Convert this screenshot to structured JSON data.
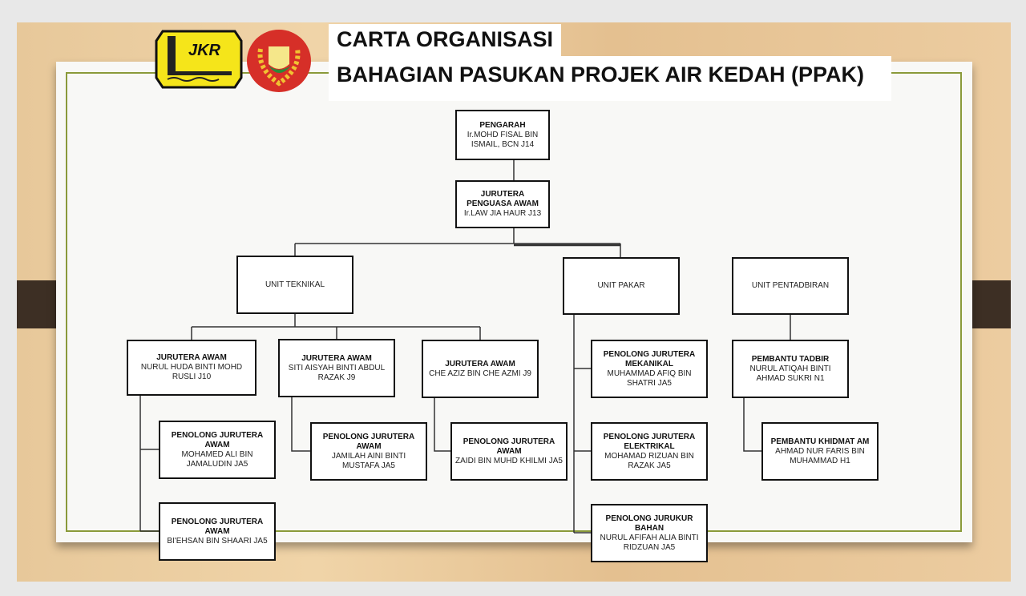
{
  "title": {
    "line1": "CARTA ORGANISASI",
    "line2": "BAHAGIAN PASUKAN PROJEK AIR KEDAH (PPAK)"
  },
  "logos": {
    "jkr": "JKR"
  },
  "nodes": {
    "pengarah": {
      "role": "PENGARAH",
      "name": "Ir.MOHD FISAL BIN ISMAIL, BCN J14"
    },
    "jpa": {
      "role": "JURUTERA PENGUASA AWAM",
      "name": "Ir.LAW JIA HAUR J13"
    },
    "unit_teknikal": {
      "role": "UNIT TEKNIKAL"
    },
    "unit_pakar": {
      "role": "UNIT PAKAR"
    },
    "unit_pentadbiran": {
      "role": "UNIT PENTADBIRAN"
    },
    "ja1": {
      "role": "JURUTERA AWAM",
      "name": "NURUL HUDA BINTI MOHD RUSLI J10"
    },
    "ja2": {
      "role": "JURUTERA AWAM",
      "name": "SITI AISYAH BINTI ABDUL RAZAK J9"
    },
    "ja3": {
      "role": "JURUTERA AWAM",
      "name": "CHE AZIZ BIN CHE AZMI J9"
    },
    "pja1": {
      "role": "PENOLONG JURUTERA AWAM",
      "name": "MOHAMED ALI BIN JAMALUDIN JA5"
    },
    "pja4": {
      "role": "PENOLONG JURUTERA AWAM",
      "name": "BI'EHSAN BIN SHAARI JA5"
    },
    "pja2": {
      "role": "PENOLONG JURUTERA AWAM",
      "name": "JAMILAH AINI BINTI MUSTAFA JA5"
    },
    "pja3": {
      "role": "PENOLONG JURUTERA AWAM",
      "name": "ZAIDI BIN MUHD KHILMI JA5"
    },
    "pjm": {
      "role": "PENOLONG JURUTERA MEKANIKAL",
      "name": "MUHAMMAD AFIQ BIN SHATRI JA5"
    },
    "pje": {
      "role": "PENOLONG JURUTERA ELEKTRIKAL",
      "name": "MOHAMAD RIZUAN BIN RAZAK JA5"
    },
    "pjb": {
      "role": "PENOLONG JURUKUR BAHAN",
      "name": "NURUL AFIFAH ALIA BINTI RIDZUAN JA5"
    },
    "pt": {
      "role": "PEMBANTU TADBIR",
      "name": "NURUL ATIQAH BINTI AHMAD SUKRI N1"
    },
    "pka": {
      "role": "PEMBANTU KHIDMAT AM",
      "name": "AHMAD NUR FARIS BIN MUHAMMAD H1"
    }
  }
}
